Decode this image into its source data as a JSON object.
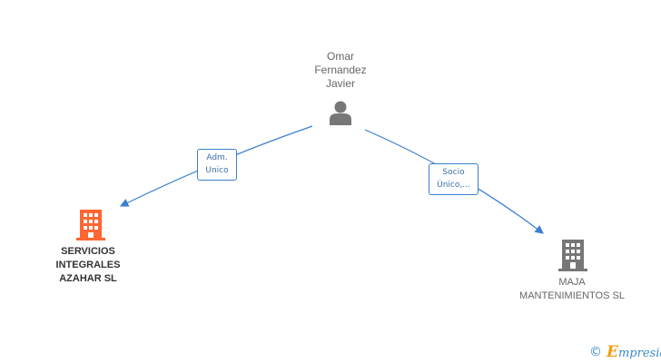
{
  "nodes": {
    "person": {
      "label": "Omar\nFernandez\nJavier",
      "icon": "person-icon",
      "color": "#777777"
    },
    "company_left": {
      "label": "SERVICIOS\nINTEGRALES\nAZAHAR SL",
      "icon": "building-icon",
      "color": "#ff6633"
    },
    "company_right": {
      "label": "MAJA\nMANTENIMIENTOS SL",
      "icon": "building-icon",
      "color": "#777777"
    }
  },
  "edges": {
    "left": {
      "label": "Adm.\nUnico"
    },
    "right": {
      "label": "Socio\nÚnico,..."
    }
  },
  "footer": {
    "copyright": "©",
    "brand_first": "E",
    "brand_rest": "mpresia"
  },
  "colors": {
    "edge": "#3b7fd0",
    "brand": "#3a8bc7",
    "brand_accent": "#f39c12"
  }
}
